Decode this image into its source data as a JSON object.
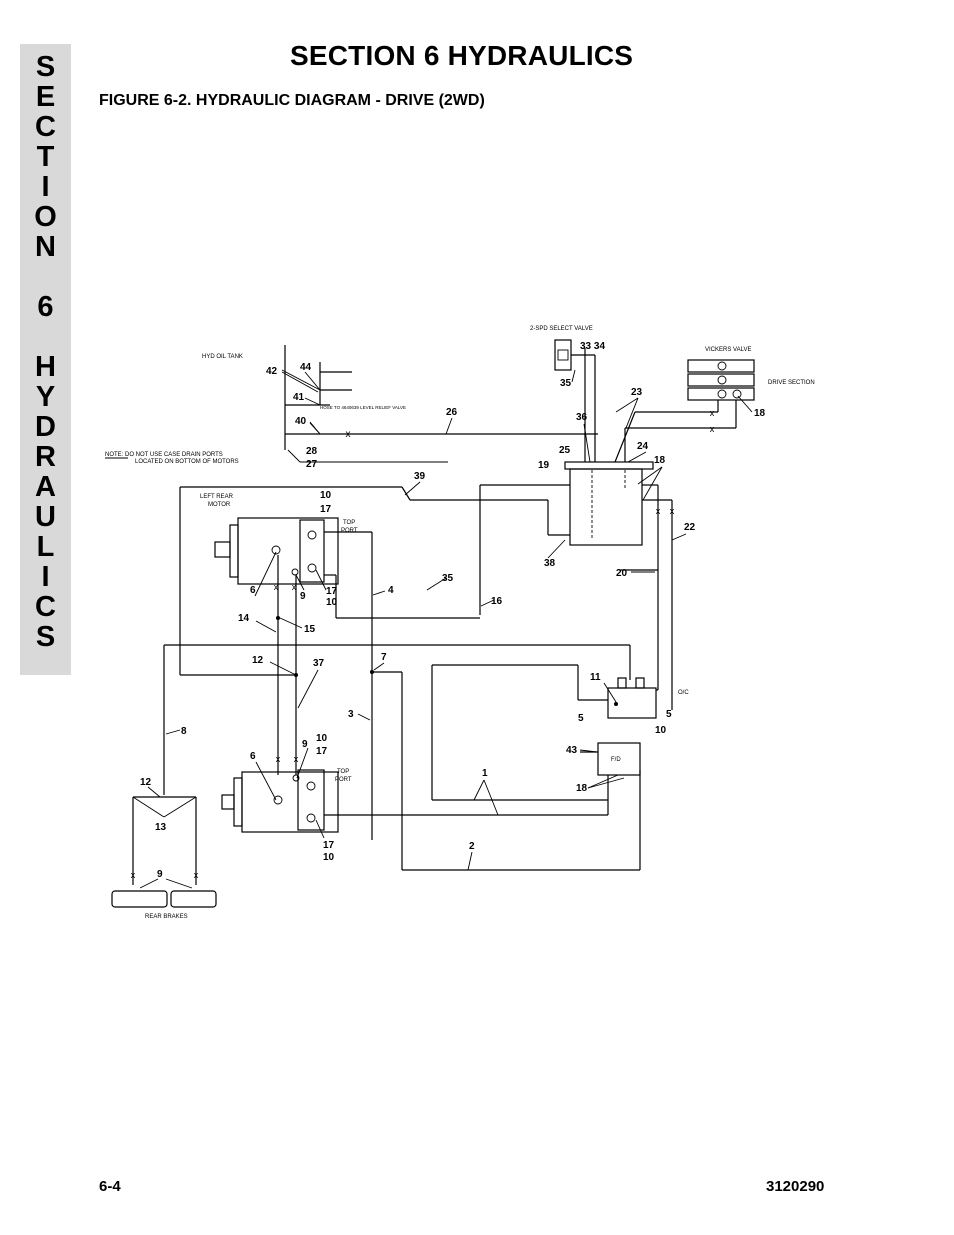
{
  "side_tab": {
    "letters": [
      "S",
      "E",
      "C",
      "T",
      "I",
      "O",
      "N",
      "6",
      "H",
      "Y",
      "D",
      "R",
      "A",
      "U",
      "L",
      "I",
      "C",
      "S"
    ]
  },
  "header": {
    "title": "SECTION 6  HYDRAULICS",
    "figure_caption": "FIGURE 6-2.    HYDRAULIC DIAGRAM - DRIVE (2WD)"
  },
  "diagram": {
    "labels": {
      "hyd_oil_tank": "HYD OIL TANK",
      "hose_note": "HOSE TO 4640639 LEVEL RELIEF VALVE",
      "note_line1": "NOTE:  DO NOT USE CASE DRAIN PORTS",
      "note_line2": "LOCATED ON BOTTOM OF MOTORS",
      "two_spd_valve": "2-SPD SELECT VALVE",
      "vickers_valve": "VICKERS VALVE",
      "drive_section": "DRIVE SECTION",
      "left_rear_motor_1": "LEFT REAR",
      "left_rear_motor_2": "MOTOR",
      "top_port_1a": "TOP",
      "top_port_1b": "PORT",
      "top_port_2a": "TOP",
      "top_port_2b": "PORT",
      "oc": "O/C",
      "fd": "F/D",
      "rear_brakes": "REAR BRAKES"
    },
    "callouts": {
      "n44": "44",
      "n42": "42",
      "n41": "41",
      "n40": "40",
      "n26": "26",
      "n28": "28",
      "n27": "27",
      "n33_34": "33  34",
      "n35a": "35",
      "n36": "36",
      "n23": "23",
      "n18a": "18",
      "n25": "25",
      "n19": "19",
      "n24": "24",
      "n18b": "18",
      "n39": "39",
      "n10a": "10",
      "n17a": "17",
      "n22": "22",
      "n6a": "6",
      "n9a": "9",
      "n17b": "17",
      "n10b": "10",
      "n4": "4",
      "n35b": "35",
      "n38": "38",
      "n20": "20",
      "n16": "16",
      "n14": "14",
      "n15": "15",
      "n12a": "12",
      "n37": "37",
      "n7": "7",
      "n11": "11",
      "n5a": "5",
      "n5b": "5",
      "n10c": "10",
      "n3": "3",
      "n8": "8",
      "n43": "43",
      "n10d": "10",
      "n17c": "17",
      "n9b": "9",
      "n6b": "6",
      "n1": "1",
      "n18c": "18",
      "n12b": "12",
      "n13": "13",
      "n17d": "17",
      "n10e": "10",
      "n2": "2",
      "n9c": "9"
    }
  },
  "footer": {
    "page_number": "6-4",
    "doc_number": "3120290"
  }
}
